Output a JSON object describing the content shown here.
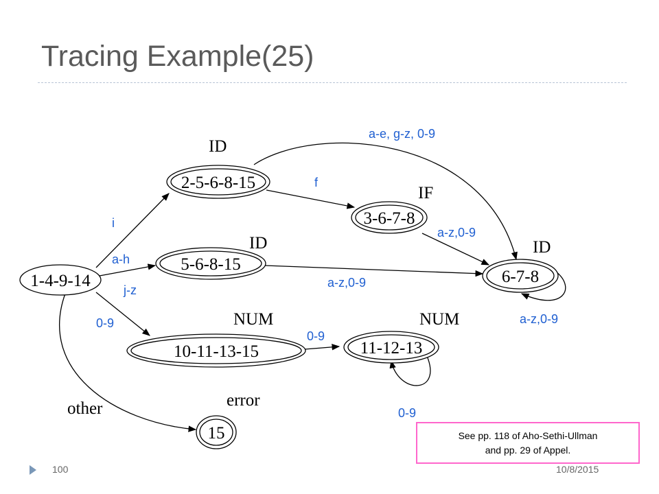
{
  "slide": {
    "title": "Tracing Example(25)",
    "page_number": "100",
    "date": "10/8/2015",
    "note_lines": [
      "See pp. 118 of Aho-Sethi-Ullman",
      "and pp. 29 of Appel."
    ]
  },
  "colors": {
    "edge_label": "#1f5fd1",
    "title": "#5a5a5a",
    "note_border": "#ff66cc",
    "footer_bullet": "#7a98b8"
  },
  "diagram": {
    "states": {
      "start": "1-4-9-14",
      "s2": "2-5-6-8-15",
      "s3": "3-6-7-8",
      "s5": "5-6-8-15",
      "s6": "6-7-8",
      "s10": "10-11-13-15",
      "s11": "11-12-13",
      "s15": "15"
    },
    "tags": {
      "s2": "ID",
      "s3": "IF",
      "s5": "ID",
      "s6": "ID",
      "s10": "NUM",
      "s11": "NUM",
      "s15": "error",
      "other": "other"
    },
    "edges": {
      "start_to_s2": "i",
      "start_to_s5_top": "a-h",
      "start_to_s5_bottom": "j-z",
      "start_to_s10": "0-9",
      "s2_to_s3": "f",
      "s2_to_s6": "a-e, g-z, 0-9",
      "s3_to_s6": "a-z,0-9",
      "s5_to_s6": "a-z,0-9",
      "s6_loop": "a-z,0-9",
      "s10_to_s11": "0-9",
      "s11_loop": "0-9"
    }
  }
}
